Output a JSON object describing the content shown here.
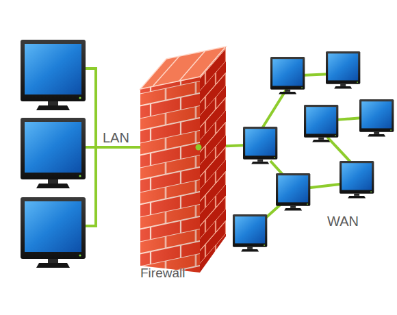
{
  "diagram": {
    "nodes": [
      {
        "text": [
          "Firewall"
        ]
      }
    ],
    "labels": [
      "LAN",
      "WAN"
    ]
  }
}
